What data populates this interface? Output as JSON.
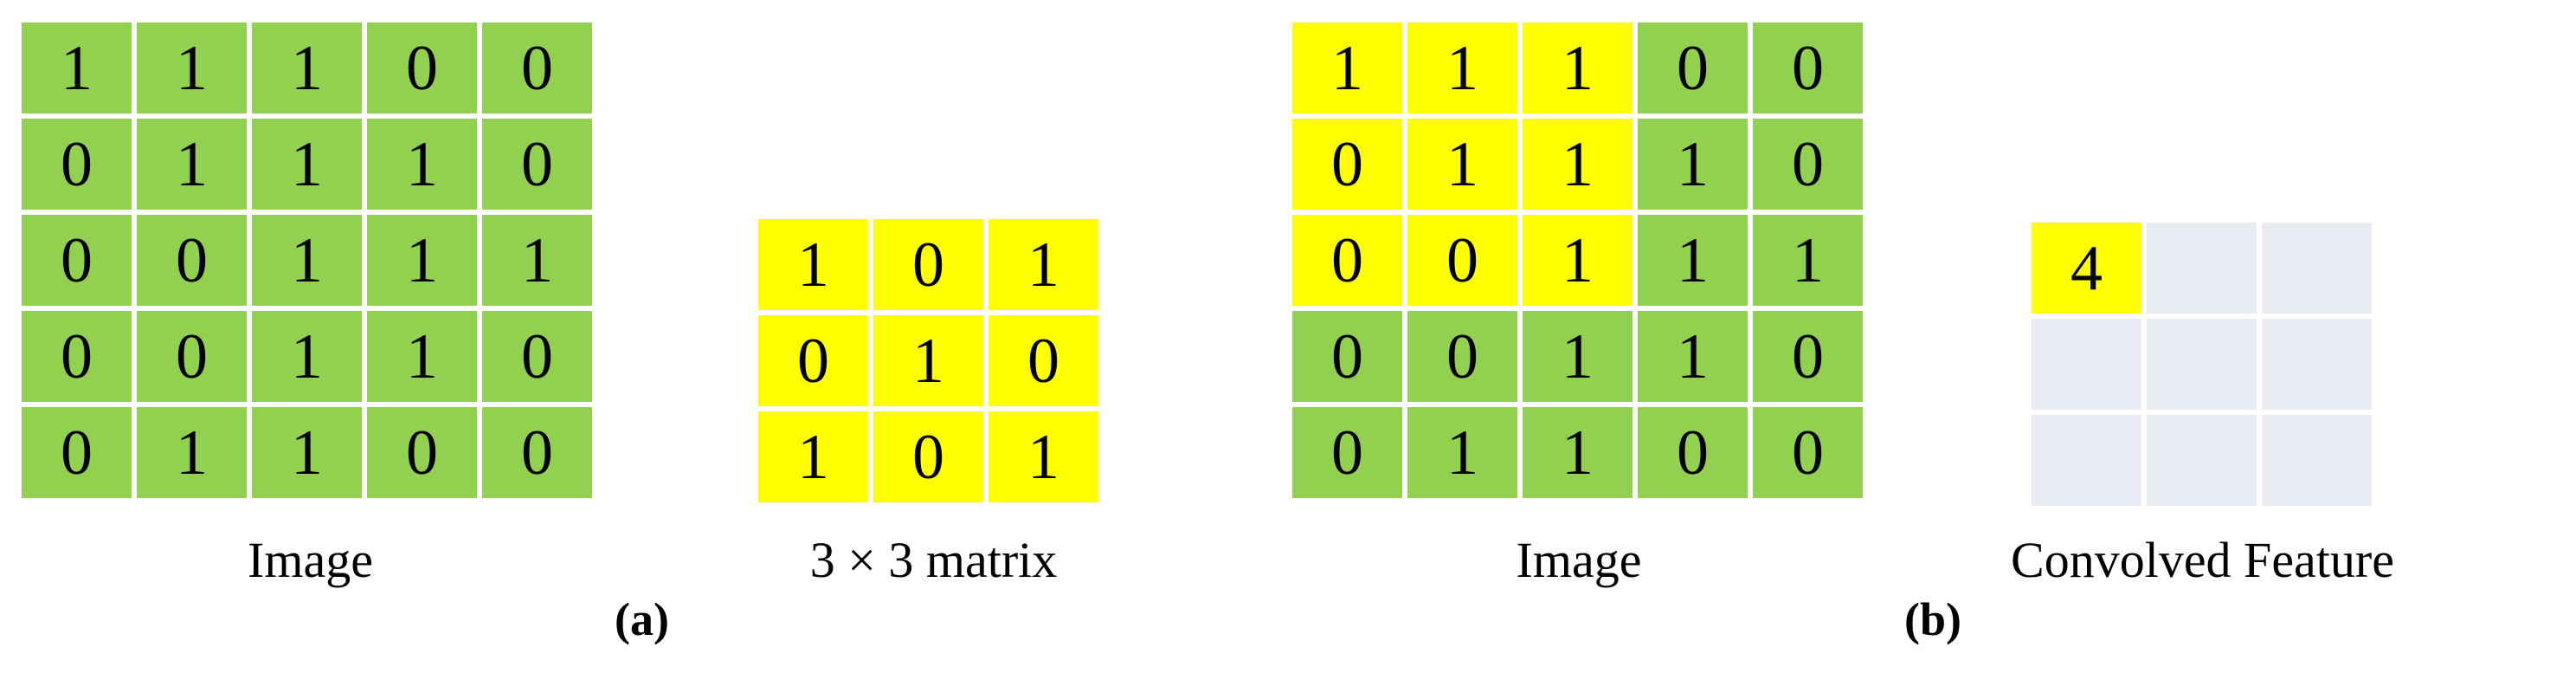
{
  "figure": {
    "type": "convolution-illustration",
    "colors": {
      "image_cell": "#92D050",
      "highlight_cell": "#FFFF00",
      "feature_empty_cell": "#E8EBF2",
      "text": "#000000",
      "background": "#FFFFFF"
    }
  },
  "panel_a": {
    "image": {
      "caption": "Image",
      "rows": 5,
      "cols": 5,
      "values": [
        [
          "1",
          "1",
          "1",
          "0",
          "0"
        ],
        [
          "0",
          "1",
          "1",
          "1",
          "0"
        ],
        [
          "0",
          "0",
          "1",
          "1",
          "1"
        ],
        [
          "0",
          "0",
          "1",
          "1",
          "0"
        ],
        [
          "0",
          "1",
          "1",
          "0",
          "0"
        ]
      ]
    },
    "kernel": {
      "caption": "3 × 3 matrix",
      "rows": 3,
      "cols": 3,
      "values": [
        [
          "1",
          "0",
          "1"
        ],
        [
          "0",
          "1",
          "0"
        ],
        [
          "1",
          "0",
          "1"
        ]
      ]
    },
    "subfigure_label": "(a)"
  },
  "panel_b": {
    "image": {
      "caption": "Image",
      "rows": 5,
      "cols": 5,
      "values": [
        [
          "1",
          "1",
          "1",
          "0",
          "0"
        ],
        [
          "0",
          "1",
          "1",
          "1",
          "0"
        ],
        [
          "0",
          "0",
          "1",
          "1",
          "1"
        ],
        [
          "0",
          "0",
          "1",
          "1",
          "0"
        ],
        [
          "0",
          "1",
          "1",
          "0",
          "0"
        ]
      ],
      "highlight_window": {
        "row_start": 0,
        "col_start": 0,
        "rows": 3,
        "cols": 3
      }
    },
    "convolved_feature": {
      "caption": "Convolved Feature",
      "rows": 3,
      "cols": 3,
      "values": [
        [
          "4",
          "",
          ""
        ],
        [
          "",
          "",
          ""
        ],
        [
          "",
          "",
          ""
        ]
      ],
      "highlighted_cells": [
        [
          0,
          0
        ]
      ]
    },
    "subfigure_label": "(b)"
  }
}
